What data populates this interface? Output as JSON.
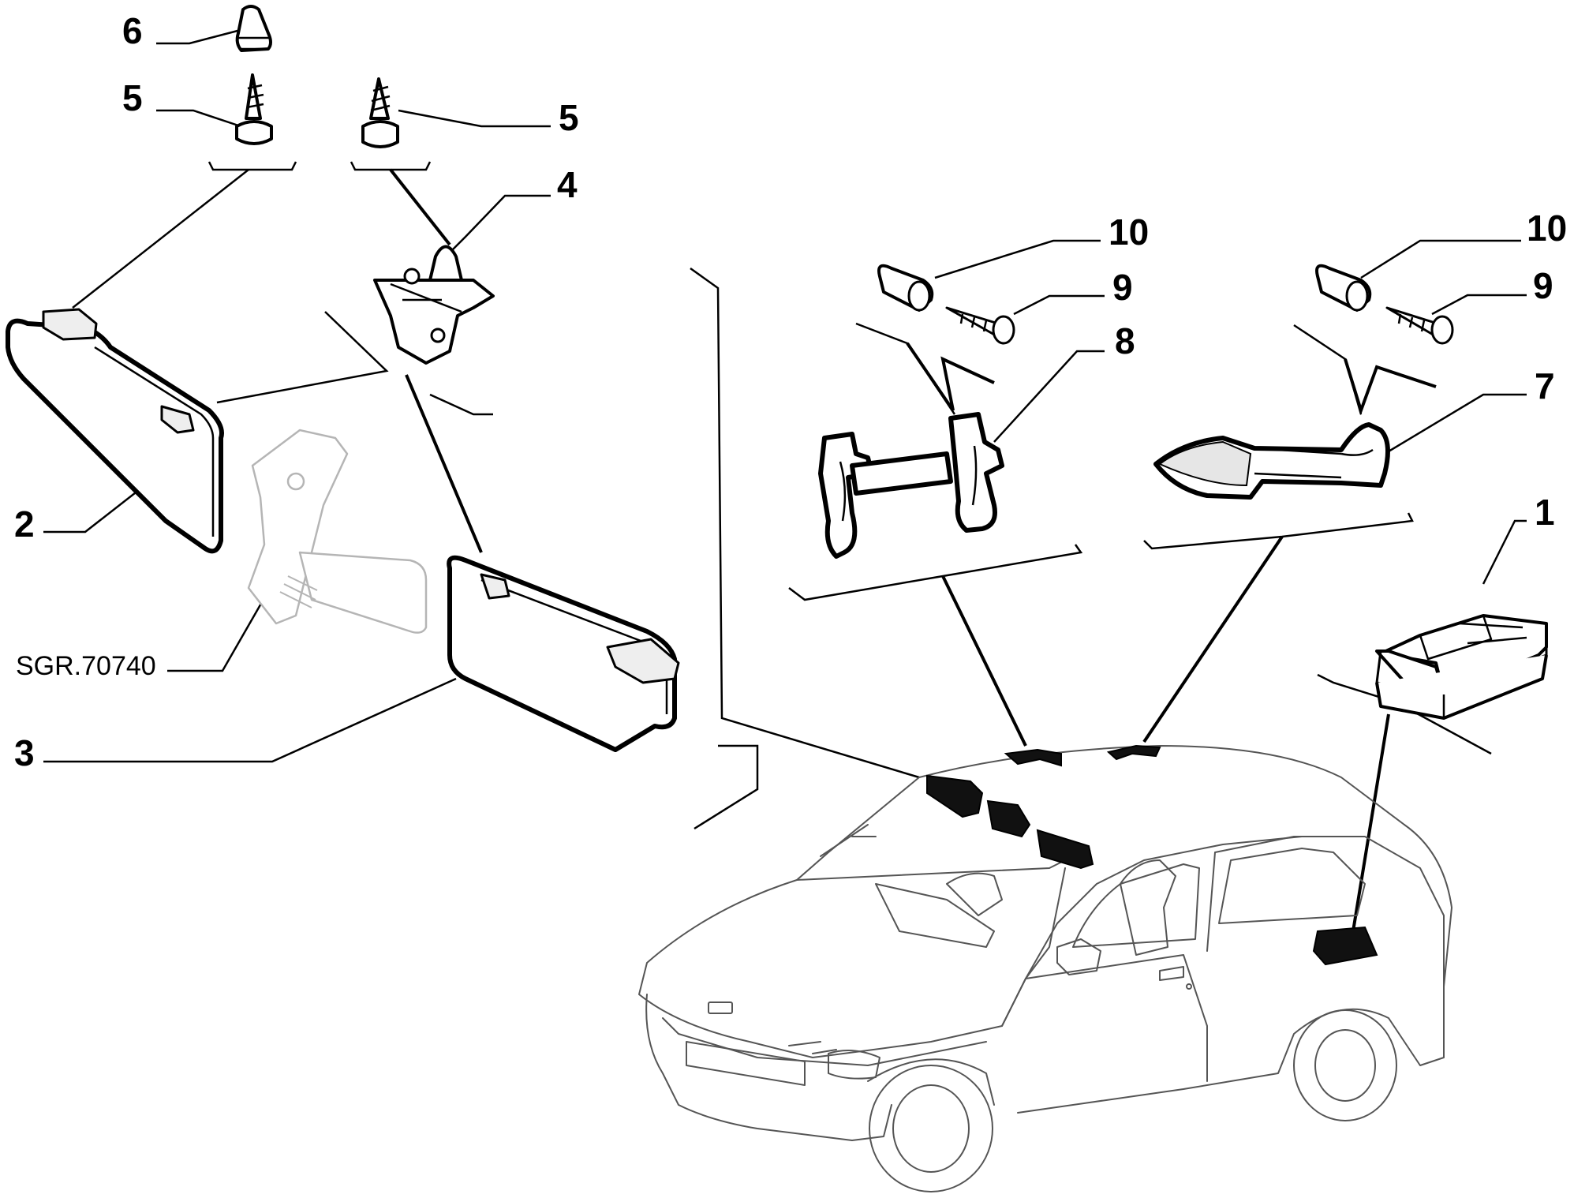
{
  "diagram": {
    "reference_code": "SGR.70740",
    "callouts": {
      "c1": "1",
      "c2": "2",
      "c3": "3",
      "c4": "4",
      "c5_left": "5",
      "c5_right": "5",
      "c6": "6",
      "c7": "7",
      "c8": "8",
      "c9_left": "9",
      "c9_right": "9",
      "c10_left": "10",
      "c10_right": "10"
    }
  }
}
